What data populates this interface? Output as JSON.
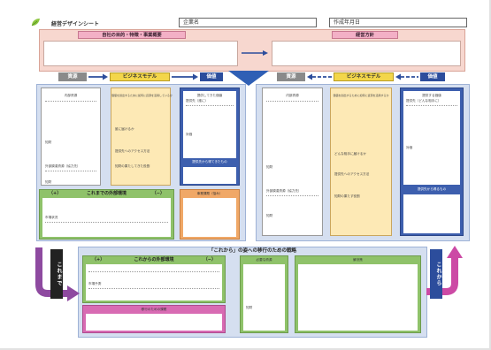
{
  "header": {
    "title": "経営デザインシート",
    "company_label": "企業名",
    "date_label": "作成年月日"
  },
  "top_band": {
    "left_pill": "自社の目的・特徴・事業概要",
    "right_pill": "経営方針"
  },
  "flow": {
    "left": {
      "resource": "資源",
      "model": "ビジネスモデル",
      "value": "価値"
    },
    "right": {
      "resource": "資源",
      "model": "ビジネスモデル",
      "value": "価値"
    }
  },
  "past": {
    "resource_card": {
      "title": "内部資源",
      "row1": "知財",
      "row2": "外部調達資源（協力先）",
      "row3": "知財"
    },
    "model_card": {
      "title": "価値を創出するために如何に資源を活用しているか",
      "row1": "誰に届けるか",
      "row2": "提供先へのアクセス方法",
      "row3": "知財の果たしてきた役割"
    },
    "value_card": {
      "title": "提供してきた価値",
      "sub": "提供先（誰に）",
      "row1": "対価",
      "bottom": "提供先から得てきたもの"
    },
    "env": {
      "title": "これまでの外部環境",
      "plus": "（+）",
      "minus": "（−）",
      "row": "市場状況"
    },
    "issue": {
      "title": "事業課題（悩み）"
    }
  },
  "future": {
    "resource_card": {
      "title": "内部資源",
      "row1": "知財",
      "row2": "外部調達資源（協力先）",
      "row3": "知財"
    },
    "model_card": {
      "title": "価値を創出するために如何に資源を活用するか",
      "row1": "どんな相手に届けるか",
      "row2": "提供先へのアクセス方法",
      "row3": "知財の果たす役割"
    },
    "value_card": {
      "title": "提供する価値",
      "sub": "提供先（どんな相手に）",
      "row1": "対価",
      "bottom": "提供先から得るもの"
    }
  },
  "strategy": {
    "title": "「これから」の姿への移行のための戦略",
    "env_title": "これからの外部環境",
    "plus": "（+）",
    "minus": "（−）",
    "env_row": "市場予測",
    "issue_title": "移行のための課題",
    "needs_title": "必要な資源",
    "needs_row": "知財",
    "solution_title": "解決策"
  },
  "side": {
    "left": "これまで",
    "right": "これから"
  },
  "colors": {
    "pink_band": "#f7d7cf",
    "blue_panel": "#d5dff0",
    "navy": "#2c4d9c",
    "yellow": "#fde9b5",
    "green": "#8fc26a",
    "orange": "#f0a867",
    "magenta": "#d86bb3",
    "purple_arrow": "#8e4aa0"
  }
}
